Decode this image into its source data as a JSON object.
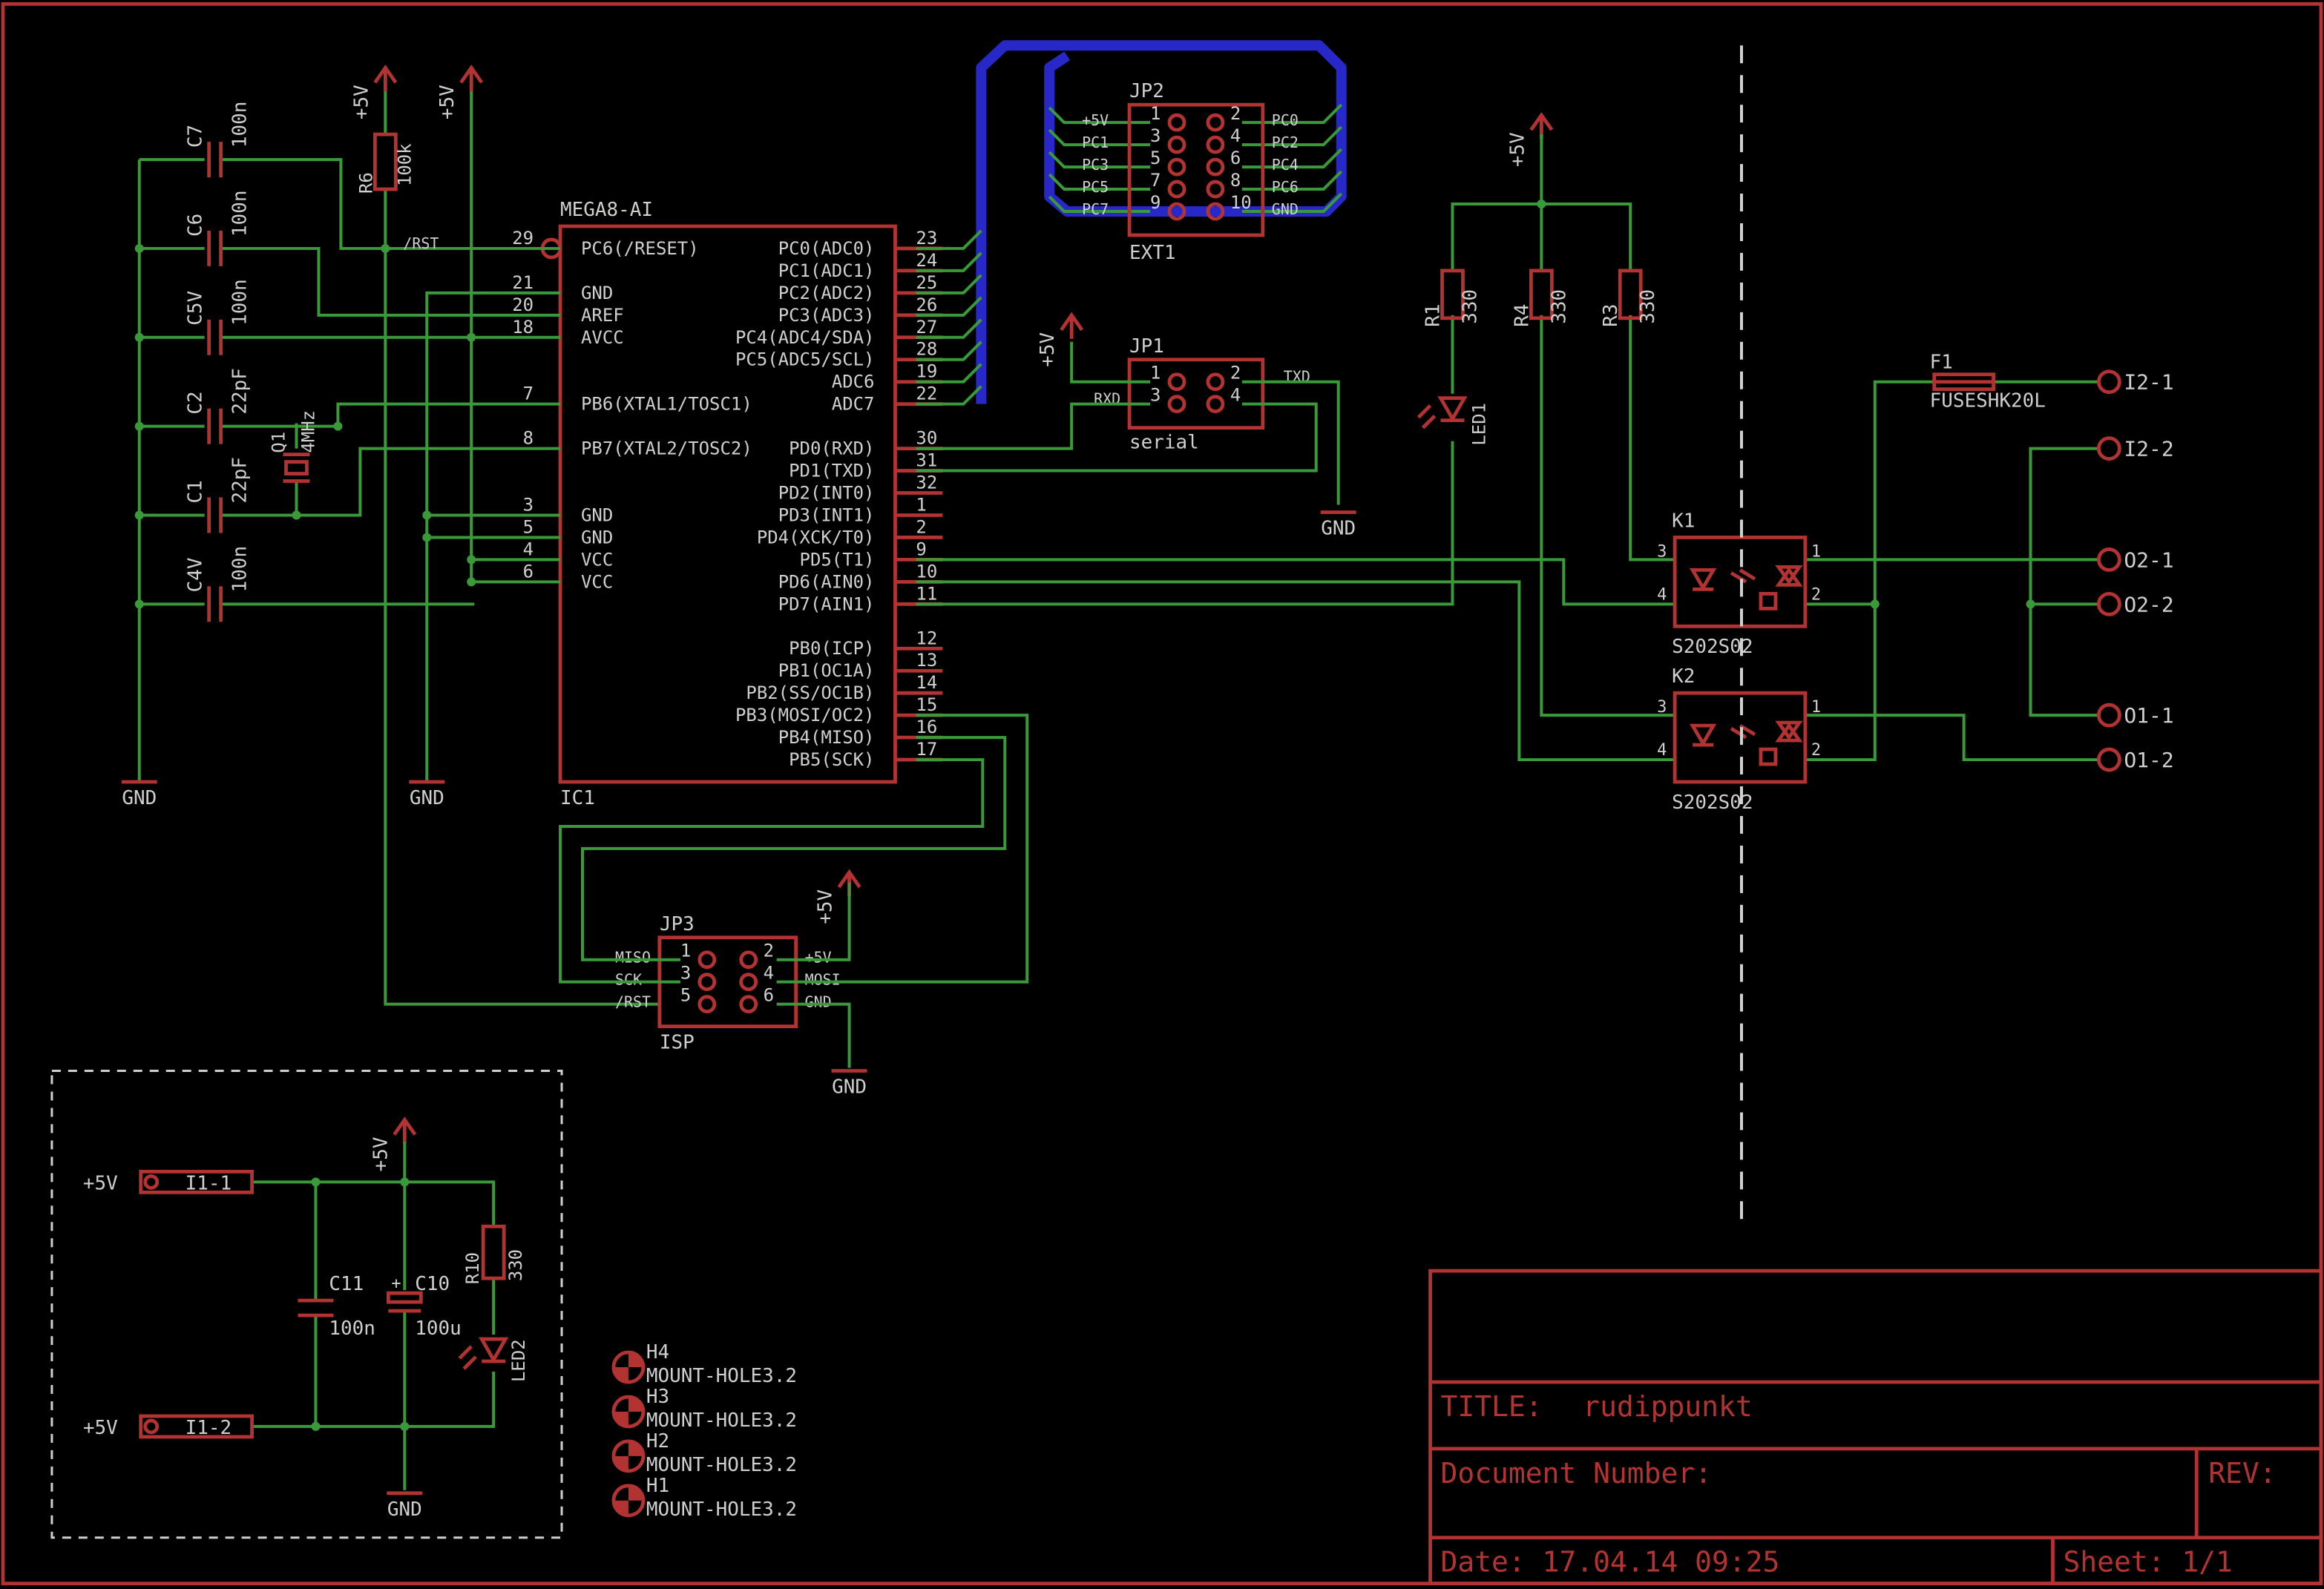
{
  "ic1": {
    "value": "MEGA8-AI",
    "name": "IC1",
    "left_pins": [
      {
        "num": "29",
        "label": "PC6(/RESET)"
      },
      {
        "num": "21",
        "label": "GND"
      },
      {
        "num": "20",
        "label": "AREF"
      },
      {
        "num": "18",
        "label": "AVCC"
      },
      {
        "num": "7",
        "label": "PB6(XTAL1/TOSC1)"
      },
      {
        "num": "8",
        "label": "PB7(XTAL2/TOSC2)"
      },
      {
        "num": "3",
        "label": "GND"
      },
      {
        "num": "5",
        "label": "GND"
      },
      {
        "num": "4",
        "label": "VCC"
      },
      {
        "num": "6",
        "label": "VCC"
      }
    ],
    "right_pins": [
      {
        "num": "23",
        "label": "PC0(ADC0)"
      },
      {
        "num": "24",
        "label": "PC1(ADC1)"
      },
      {
        "num": "25",
        "label": "PC2(ADC2)"
      },
      {
        "num": "26",
        "label": "PC3(ADC3)"
      },
      {
        "num": "27",
        "label": "PC4(ADC4/SDA)"
      },
      {
        "num": "28",
        "label": "PC5(ADC5/SCL)"
      },
      {
        "num": "19",
        "label": "ADC6"
      },
      {
        "num": "22",
        "label": "ADC7"
      },
      {
        "num": "30",
        "label": "PD0(RXD)"
      },
      {
        "num": "31",
        "label": "PD1(TXD)"
      },
      {
        "num": "32",
        "label": "PD2(INT0)"
      },
      {
        "num": "1",
        "label": "PD3(INT1)"
      },
      {
        "num": "2",
        "label": "PD4(XCK/T0)"
      },
      {
        "num": "9",
        "label": "PD5(T1)"
      },
      {
        "num": "10",
        "label": "PD6(AIN0)"
      },
      {
        "num": "11",
        "label": "PD7(AIN1)"
      },
      {
        "num": "12",
        "label": "PB0(ICP)"
      },
      {
        "num": "13",
        "label": "PB1(OC1A)"
      },
      {
        "num": "14",
        "label": "PB2(SS/OC1B)"
      },
      {
        "num": "15",
        "label": "PB3(MOSI/OC2)"
      },
      {
        "num": "16",
        "label": "PB4(MISO)"
      },
      {
        "num": "17",
        "label": "PB5(SCK)"
      }
    ]
  },
  "caps_left": [
    {
      "name": "C7",
      "value": "100n"
    },
    {
      "name": "C6",
      "value": "100n"
    },
    {
      "name": "C5V",
      "value": "100n"
    },
    {
      "name": "C2",
      "value": "22pF"
    },
    {
      "name": "C1",
      "value": "22pF"
    },
    {
      "name": "C4V",
      "value": "100n"
    }
  ],
  "crystal": {
    "name": "Q1",
    "value": "4MHz"
  },
  "r6": {
    "name": "R6",
    "value": "100k"
  },
  "rst_net": "/RST",
  "supply": "+5V",
  "gnd": "GND",
  "jp2": {
    "name": "JP2",
    "value": "EXT1",
    "left_nets": [
      "+5V",
      "PC1",
      "PC3",
      "PC5",
      "PC7"
    ],
    "left_nums": [
      "1",
      "3",
      "5",
      "7",
      "9"
    ],
    "right_nums": [
      "2",
      "4",
      "6",
      "8",
      "10"
    ],
    "right_nets": [
      "PC0",
      "PC2",
      "PC4",
      "PC6",
      "GND"
    ]
  },
  "jp1": {
    "name": "JP1",
    "value": "serial",
    "left_nums": [
      "1",
      "3"
    ],
    "right_nums": [
      "2",
      "4"
    ],
    "rxd": "RXD",
    "txd": "TXD"
  },
  "jp3": {
    "name": "JP3",
    "value": "ISP",
    "left_nets": [
      "MISO",
      "SCK",
      "/RST"
    ],
    "left_nums": [
      "1",
      "3",
      "5"
    ],
    "right_nums": [
      "2",
      "4",
      "6"
    ],
    "right_nets": [
      "+5V",
      "MOSI",
      "GND"
    ]
  },
  "resistors_right": [
    {
      "name": "R1",
      "value": "330"
    },
    {
      "name": "R4",
      "value": "330"
    },
    {
      "name": "R3",
      "value": "330"
    }
  ],
  "led1": "LED1",
  "relays": [
    {
      "name": "K1",
      "value": "S202S02",
      "pins": [
        "3",
        "4",
        "1",
        "2"
      ]
    },
    {
      "name": "K2",
      "value": "S202S02",
      "pins": [
        "3",
        "4",
        "1",
        "2"
      ]
    }
  ],
  "fuse": {
    "name": "F1",
    "value": "FUSESHK20L"
  },
  "terminals_right": [
    "I2-1",
    "I2-2",
    "O2-1",
    "O2-2",
    "O1-1",
    "O1-2"
  ],
  "power_block": {
    "in1": "I1-1",
    "in2": "I1-2",
    "c11": {
      "name": "C11",
      "value": "100n"
    },
    "c10": {
      "name": "C10",
      "value": "100u"
    },
    "r10": {
      "name": "R10",
      "value": "330"
    },
    "led2": "LED2"
  },
  "mount_holes": [
    {
      "name": "H4",
      "value": "MOUNT-HOLE3.2"
    },
    {
      "name": "H3",
      "value": "MOUNT-HOLE3.2"
    },
    {
      "name": "H2",
      "value": "MOUNT-HOLE3.2"
    },
    {
      "name": "H1",
      "value": "MOUNT-HOLE3.2"
    }
  ],
  "titleblock": {
    "title_label": "TITLE:",
    "title": "rudippunkt",
    "docnum_label": "Document Number:",
    "rev_label": "REV:",
    "date": "Date: 17.04.14 09:25",
    "sheet": "Sheet: 1/1"
  }
}
